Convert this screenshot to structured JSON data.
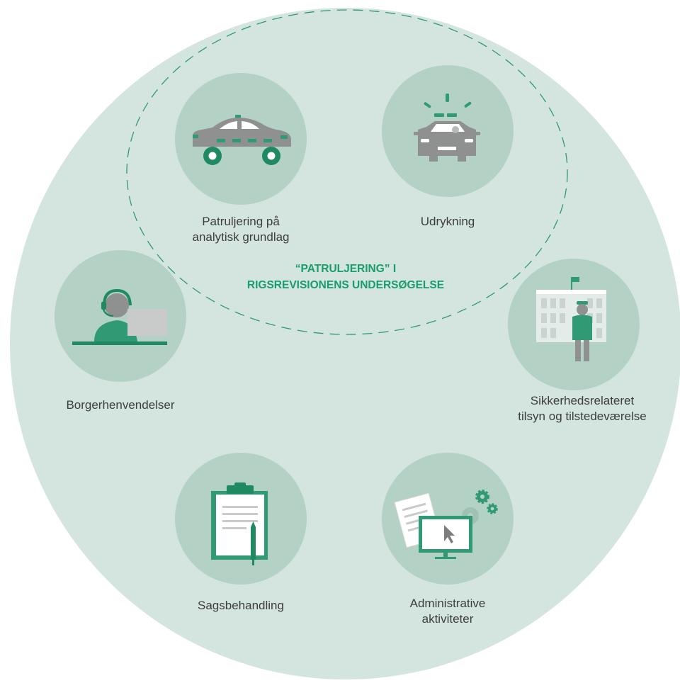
{
  "colors": {
    "outer_circle": "#d3e5de",
    "node_circle": "#b4d1c6",
    "accent_green": "#2f9a74",
    "dark_green": "#1f8a61",
    "grey": "#8f9090",
    "light_grey": "#c9cbcb",
    "white": "#ffffff",
    "callout_text": "#1a9d6c",
    "dashed_line": "#2f9a74"
  },
  "callout": {
    "line1": "“PATRULJERING” I",
    "line2": "RIGSREVISIONENS UNDERSØGELSE"
  },
  "activities": [
    {
      "id": "patrol",
      "icon": "police-car-side-icon",
      "line1": "Patruljering på",
      "line2": "analytisk grundlag"
    },
    {
      "id": "response",
      "icon": "police-car-front-siren-icon",
      "line1": "Udrykning",
      "line2": ""
    },
    {
      "id": "citizen",
      "icon": "call-center-operator-icon",
      "line1": "Borgerhenvendelser",
      "line2": ""
    },
    {
      "id": "security",
      "icon": "officer-in-front-of-building-icon",
      "line1": "Sikkerhedsrelateret",
      "line2": "tilsyn og tilstedeværelse"
    },
    {
      "id": "casework",
      "icon": "clipboard-document-pen-icon",
      "line1": "Sagsbehandling",
      "line2": ""
    },
    {
      "id": "admin",
      "icon": "monitor-documents-gears-icon",
      "line1": "Administrative",
      "line2": "aktiviteter"
    }
  ]
}
